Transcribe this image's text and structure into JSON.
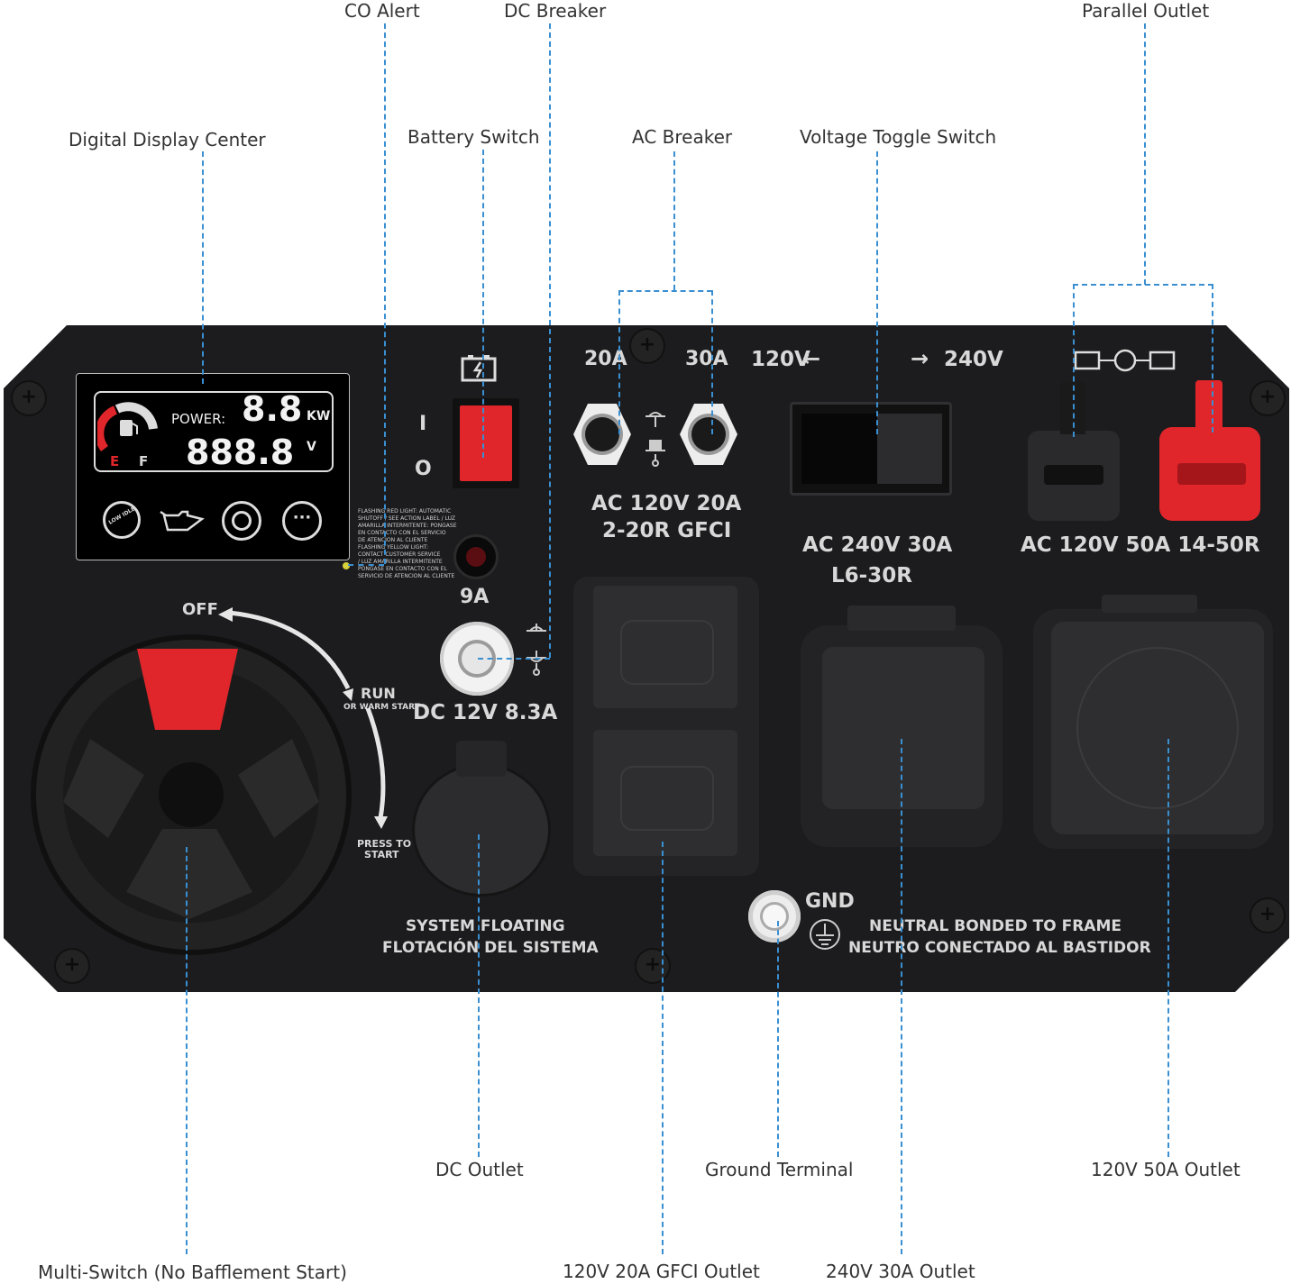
{
  "callouts": {
    "co_alert": "CO Alert",
    "dc_breaker": "DC Breaker",
    "parallel_outlet": "Parallel Outlet",
    "digital_display_center": "Digital Display Center",
    "battery_switch": "Battery Switch",
    "ac_breaker": "AC Breaker",
    "voltage_toggle_switch": "Voltage Toggle Switch",
    "dc_outlet": "DC Outlet",
    "ground_terminal": "Ground Terminal",
    "outlet_120v_50a": "120V 50A Outlet",
    "multi_switch": "Multi-Switch (No Bafflement Start)",
    "outlet_120v_20a_gfci": "120V 20A GFCI Outlet",
    "outlet_240v_30a": "240V 30A Outlet"
  },
  "display": {
    "power_label": "POWER:",
    "kw_value": "8.8",
    "kw_unit": "KW",
    "volt_value": "888.8",
    "volt_unit": "V",
    "fuel_e": "E",
    "fuel_f": "F",
    "low_idle": "LOW IDLE"
  },
  "panel": {
    "battery_on": "I",
    "battery_off": "O",
    "co_text": "FLASHING RED LIGHT: AUTOMATIC\nSHUTOFF / SEE ACTION LABEL / LUZ\nAMARILLA INTERMITENTE: PONGASE\nEN CONTACTO CON EL SERVICIO\nDE ATENCION AL CLIENTE\nFLASHING YELLOW LIGHT:\nCONTACT CUSTOMER SERVICE\n/ LUZ AMARILLA INTERMITENTE\nPONGASE EN CONTACTO CON EL\nSERVICIO DE ATENCION AL CLIENTE",
    "dc_breaker_rating": "9A",
    "dc_outlet_label": "DC 12V 8.3A",
    "breaker_20a": "20A",
    "breaker_30a": "30A",
    "gfci_line1": "AC 120V 20A",
    "gfci_line2": "2-20R GFCI",
    "v120": "120V",
    "v240": "240V",
    "l630_line1": "AC 240V 30A",
    "l630_line2": "L6-30R",
    "r1450_label": "AC 120V 50A 14-50R",
    "switch_off": "OFF",
    "switch_run": "RUN",
    "switch_warm": "OR WARM START",
    "switch_press1": "PRESS TO",
    "switch_press2": "START",
    "system_floating_en": "SYSTEM FLOATING",
    "system_floating_es": "FLOTACIÓN DEL SISTEMA",
    "gnd": "GND",
    "neutral_en": "NEUTRAL BONDED TO FRAME",
    "neutral_es": "NEUTRO CONECTADO AL BASTIDOR"
  },
  "colors": {
    "panel": "#1c1c1e",
    "leader": "#3a8fd1",
    "accent_red": "#e0262b"
  }
}
